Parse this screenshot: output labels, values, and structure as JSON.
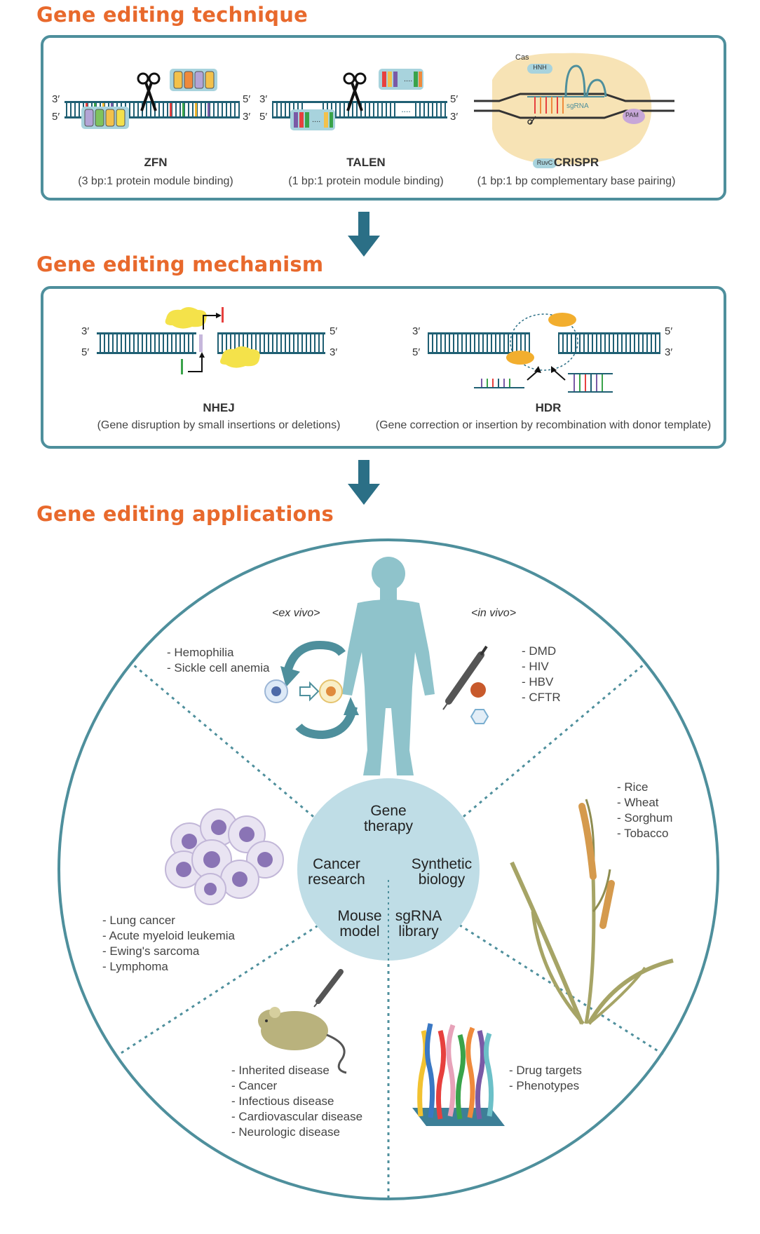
{
  "sections": {
    "technique": "Gene editing technique",
    "mechanism": "Gene editing mechanism",
    "applications": "Gene editing applications"
  },
  "techniques": [
    {
      "name": "ZFN",
      "detail": "(3 bp:1 protein module binding)"
    },
    {
      "name": "TALEN",
      "detail": "(1 bp:1 protein module binding)"
    },
    {
      "name": "CRISPR",
      "detail": "(1 bp:1 bp complementary base pairing)"
    }
  ],
  "crispr_labels": {
    "cas": "Cas",
    "hnh": "HNH",
    "sgrna": "sgRNA",
    "pam": "PAM",
    "ruvc": "RuvC"
  },
  "strand_ends": {
    "three": "3′",
    "five": "5′"
  },
  "mechanisms": [
    {
      "name": "NHEJ",
      "detail": "(Gene disruption by small insertions or deletions)"
    },
    {
      "name": "HDR",
      "detail": "(Gene correction or insertion by recombination with donor template)"
    }
  ],
  "applications": {
    "hub": {
      "gene_therapy": "Gene\ntherapy",
      "cancer_research": "Cancer\nresearch",
      "synthetic_biology": "Synthetic\nbiology",
      "mouse_model": "Mouse\nmodel",
      "sgrna_library": "sgRNA\nlibrary"
    },
    "ex_vivo": "<ex vivo>",
    "in_vivo": "<in vivo>",
    "ex_vivo_list": [
      "Hemophilia",
      "Sickle cell anemia"
    ],
    "in_vivo_list": [
      "DMD",
      "HIV",
      "HBV",
      "CFTR"
    ],
    "plants_list": [
      "Rice",
      "Wheat",
      "Sorghum",
      "Tobacco"
    ],
    "cancer_list": [
      "Lung cancer",
      "Acute myeloid leukemia",
      "Ewing's sarcoma",
      "Lymphoma"
    ],
    "mouse_list": [
      "Inherited disease",
      "Cancer",
      "Infectious disease",
      "Cardiovascular disease",
      "Neurologic disease"
    ],
    "library_list": [
      "Drug targets",
      "Phenotypes"
    ]
  },
  "colors": {
    "accent": "#e8692c",
    "teal": "#4e8f9c",
    "dna": "#1f5f73",
    "hub": "#bfdde6",
    "human": "#8fc3cb"
  }
}
